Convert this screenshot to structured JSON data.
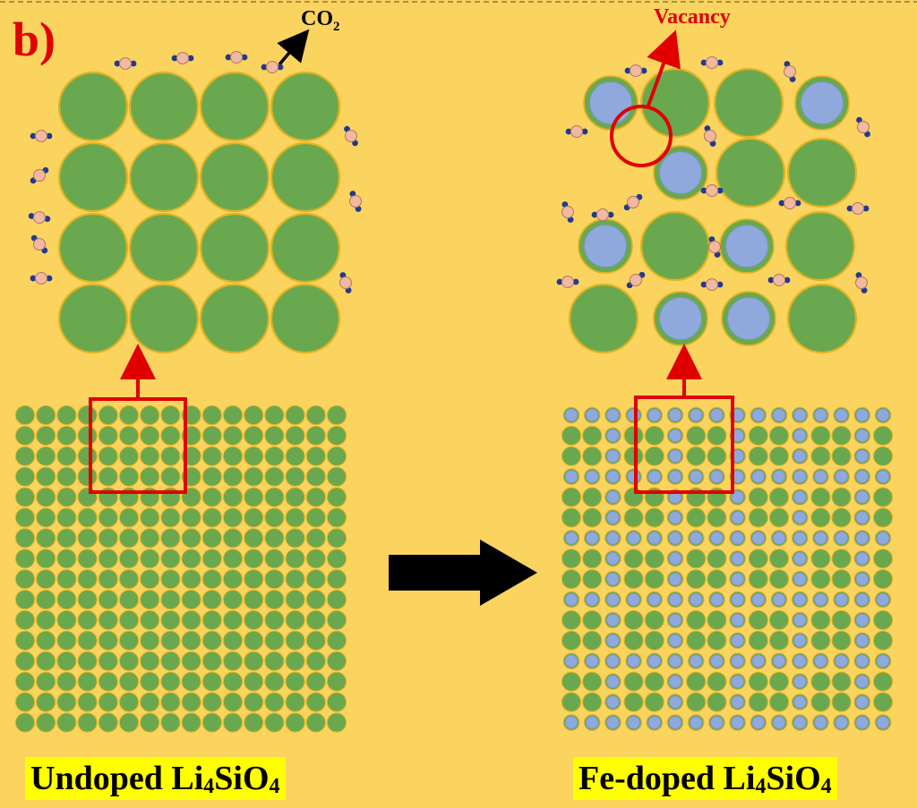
{
  "panel_label": "b)",
  "co2_label": {
    "main": "CO",
    "sub": "2"
  },
  "vacancy_label": "Vacancy",
  "left_caption": {
    "prefix": "Undoped Li",
    "s1": "4",
    "mid": "SiO",
    "s2": "4"
  },
  "right_caption": {
    "prefix": "Fe-doped Li",
    "s1": "4",
    "mid": "SiO",
    "s2": "4"
  },
  "colors": {
    "background": "#fbd35f",
    "particle_green": "#6aa84f",
    "particle_outline": "#e3b321",
    "dopant_blue": "#8fa9dc",
    "highlight_red": "#e00000",
    "caption_bg": "#ffff00",
    "co2_carbon": "#f2b8a0",
    "co2_oxygen": "#1f3a93"
  },
  "icons": {
    "arrow": "right-arrow-icon",
    "molecule": "co2-molecule-icon"
  }
}
